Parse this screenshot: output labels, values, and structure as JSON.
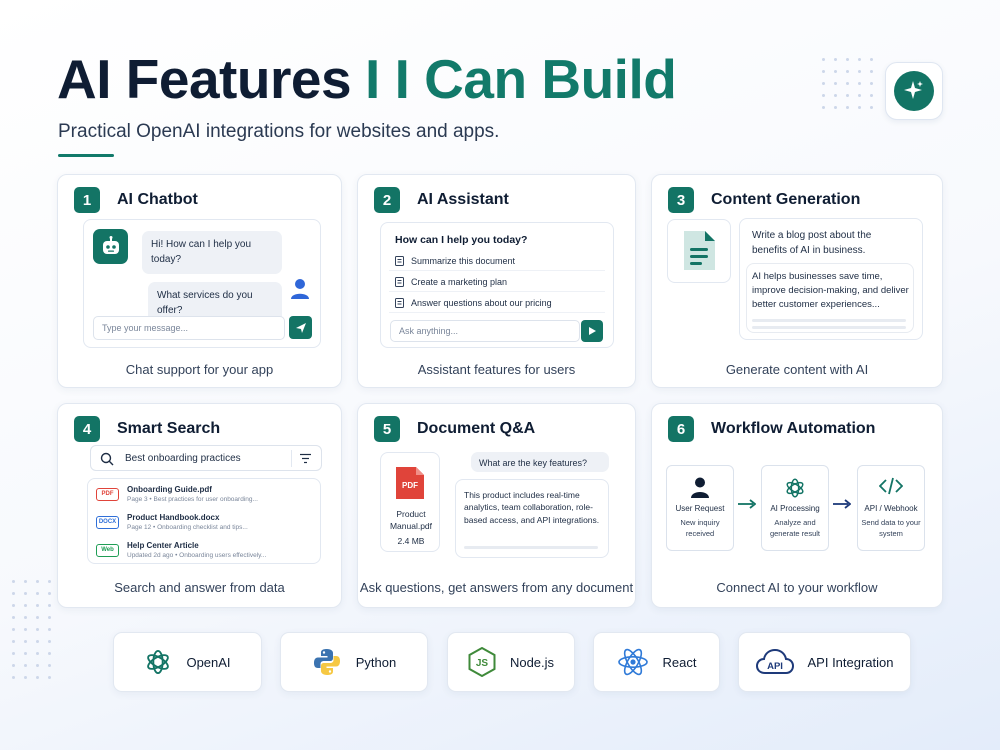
{
  "header": {
    "title_part1": "AI Features",
    "title_part2": "I I Can Build",
    "subtitle": "Practical OpenAI integrations for websites and apps.",
    "accent_color": "#127a6a",
    "logo_icon": "sparkle-icon"
  },
  "cards": {
    "chatbot": {
      "number": "1",
      "title": "AI Chatbot",
      "bot_message": "Hi! How can I help you today?",
      "user_message": "What services do you offer?",
      "input_placeholder": "Type your message...",
      "caption": "Chat support for your app"
    },
    "assistant": {
      "number": "2",
      "title": "AI Assistant",
      "prompt": "How can I help you today?",
      "options": [
        "Summarize this document",
        "Create a marketing plan",
        "Answer questions about our pricing"
      ],
      "input_placeholder": "Ask anything...",
      "caption": "Assistant features for users"
    },
    "content": {
      "number": "3",
      "title": "Content Generation",
      "prompt": "Write a blog post about the benefits of AI in business.",
      "output": "AI helps businesses save time, improve decision-making, and deliver better customer experiences...",
      "caption": "Generate content with AI"
    },
    "search": {
      "number": "4",
      "title": "Smart Search",
      "query": "Best onboarding practices",
      "results": [
        {
          "tag": "PDF",
          "name": "Onboarding Guide.pdf",
          "meta": "Page 3 • Best practices for user onboarding...",
          "color": "#e0443a"
        },
        {
          "tag": "DOCX",
          "name": "Product Handbook.docx",
          "meta": "Page 12 • Onboarding checklist and tips...",
          "color": "#2f6fd8"
        },
        {
          "tag": "Web",
          "name": "Help Center Article",
          "meta": "Updated 2d ago • Onboarding users effectively...",
          "color": "#1f9d55"
        }
      ],
      "caption": "Search and answer from data"
    },
    "docqa": {
      "number": "5",
      "title": "Document Q&A",
      "file_label": "PDF",
      "file_name": "Product Manual.pdf",
      "file_size": "2.4 MB",
      "question": "What are the key features?",
      "answer": "This product includes real-time analytics, team collaboration, role-based access, and API integrations.",
      "caption": "Ask questions, get answers from any document"
    },
    "workflow": {
      "number": "6",
      "title": "Workflow Automation",
      "steps": [
        {
          "title": "User Request",
          "desc": "New inquiry received",
          "icon": "user-icon"
        },
        {
          "title": "AI Processing",
          "desc": "Analyze and generate result",
          "icon": "openai-icon"
        },
        {
          "title": "API / Webhook",
          "desc": "Send data to your system",
          "icon": "code-icon"
        }
      ],
      "caption": "Connect AI to your workflow"
    }
  },
  "tech": [
    {
      "label": "OpenAI",
      "icon": "openai-icon"
    },
    {
      "label": "Python",
      "icon": "python-icon"
    },
    {
      "label": "Node.js",
      "icon": "nodejs-icon"
    },
    {
      "label": "React",
      "icon": "react-icon"
    },
    {
      "label": "API Integration",
      "icon": "api-cloud-icon"
    }
  ]
}
